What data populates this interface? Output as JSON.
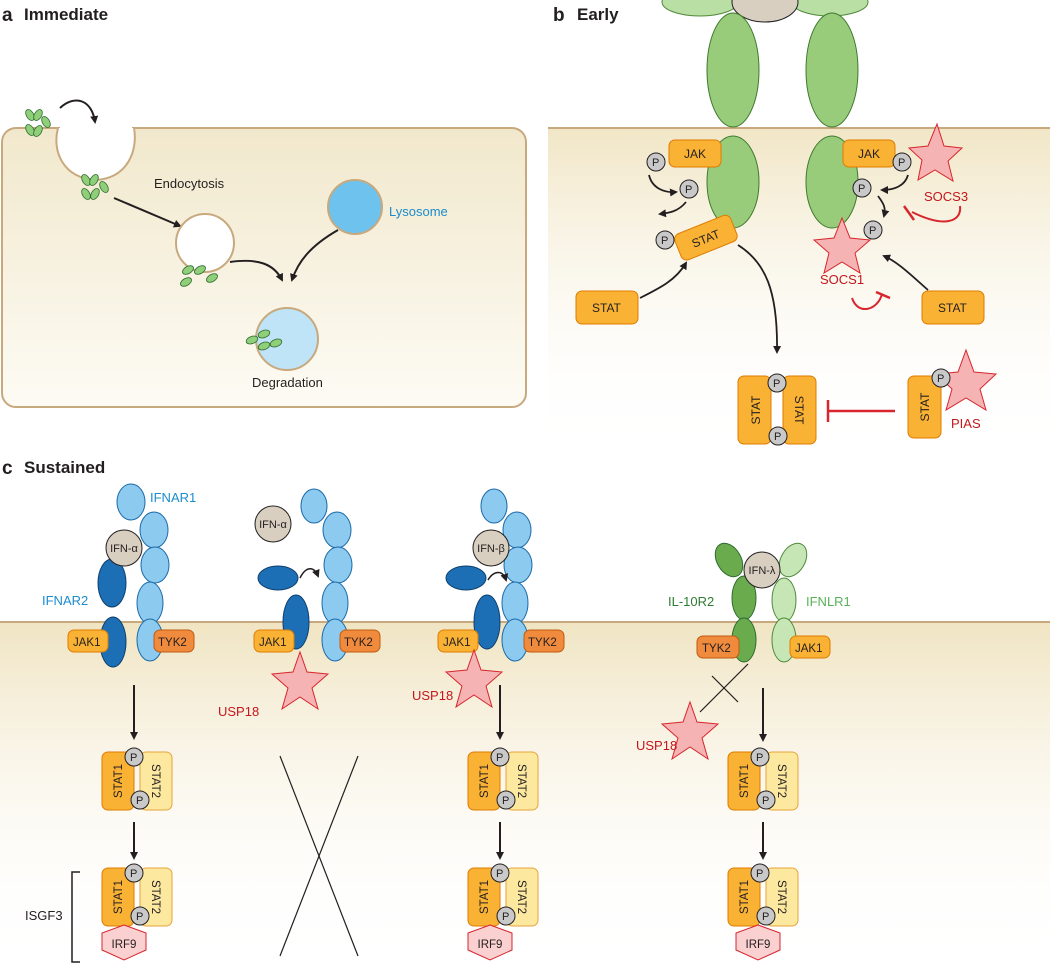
{
  "panels": {
    "a": {
      "letter": "a",
      "title": "Immediate"
    },
    "b": {
      "letter": "b",
      "title": "Early"
    },
    "c": {
      "letter": "c",
      "title": "Sustained"
    }
  },
  "panel_a": {
    "endocytosis": "Endocytosis",
    "lysosome": "Lysosome",
    "degradation": "Degradation"
  },
  "panel_b": {
    "jak": "JAK",
    "stat": "STAT",
    "p": "P",
    "socs3": "SOCS3",
    "socs1": "SOCS1",
    "pias": "PIAS"
  },
  "panel_c": {
    "ifnar1": "IFNAR1",
    "ifnar2": "IFNAR2",
    "ifn_alpha": "IFN-α",
    "ifn_beta": "IFN-β",
    "ifn_lambda": "IFN-λ",
    "il10r2": "IL-10R2",
    "ifnlr1": "IFNLR1",
    "jak1": "JAK1",
    "tyk2": "TYK2",
    "usp18": "USP18",
    "stat1": "STAT1",
    "stat2": "STAT2",
    "irf9": "IRF9",
    "isgf3": "ISGF3",
    "p": "P"
  },
  "colors": {
    "membrane_line": "#c8a97e",
    "cell_fill": "#f7f2e0",
    "receptor_green": "#98cc7a",
    "ifnar2_blue": "#1d6fb5",
    "ifnar1_blue": "#7cc0ea",
    "orange_box": "#f9b233",
    "yellow_box": "#fde8a0",
    "tyk2_orange": "#f08a3c",
    "star_pink": "#f6b3b3",
    "inhibit_red": "#d7262d",
    "lysosome_blue": "#6dc2ee"
  }
}
